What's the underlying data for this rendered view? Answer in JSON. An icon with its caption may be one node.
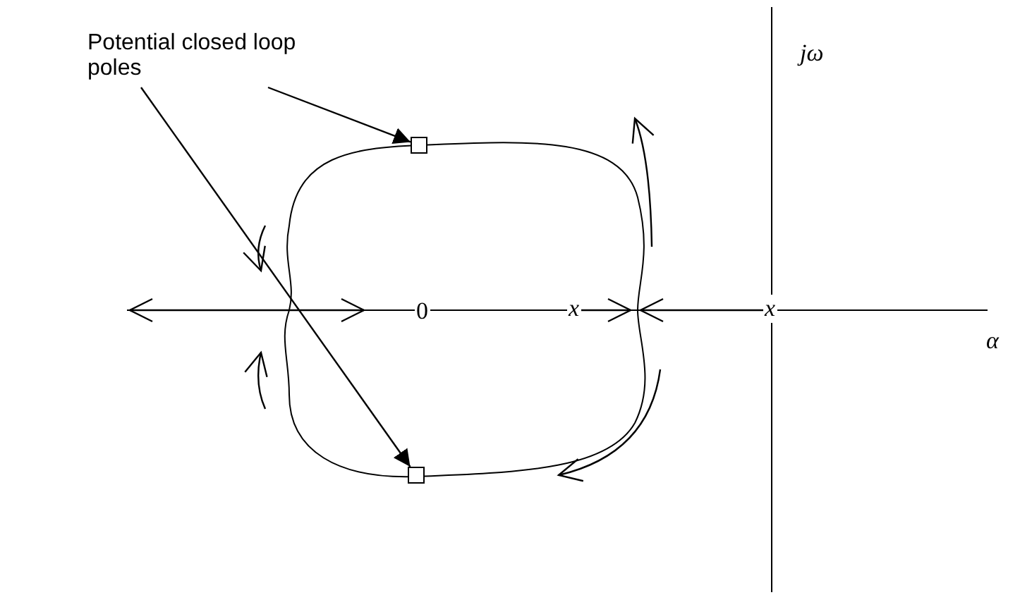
{
  "diagram": {
    "nodes": [
      {
        "text": [
          "Potential closed loop poles"
        ]
      },
      {
        "text": [],
        "shape": "box"
      },
      {
        "text": [],
        "shape": "box"
      }
    ],
    "edges": [
      {
        "from": 0,
        "to": 1,
        "arrow": "to"
      },
      {
        "from": 0,
        "to": 2,
        "arrow": "to"
      }
    ],
    "labels": [
      "jω",
      "0",
      "x",
      "x",
      "α"
    ]
  }
}
